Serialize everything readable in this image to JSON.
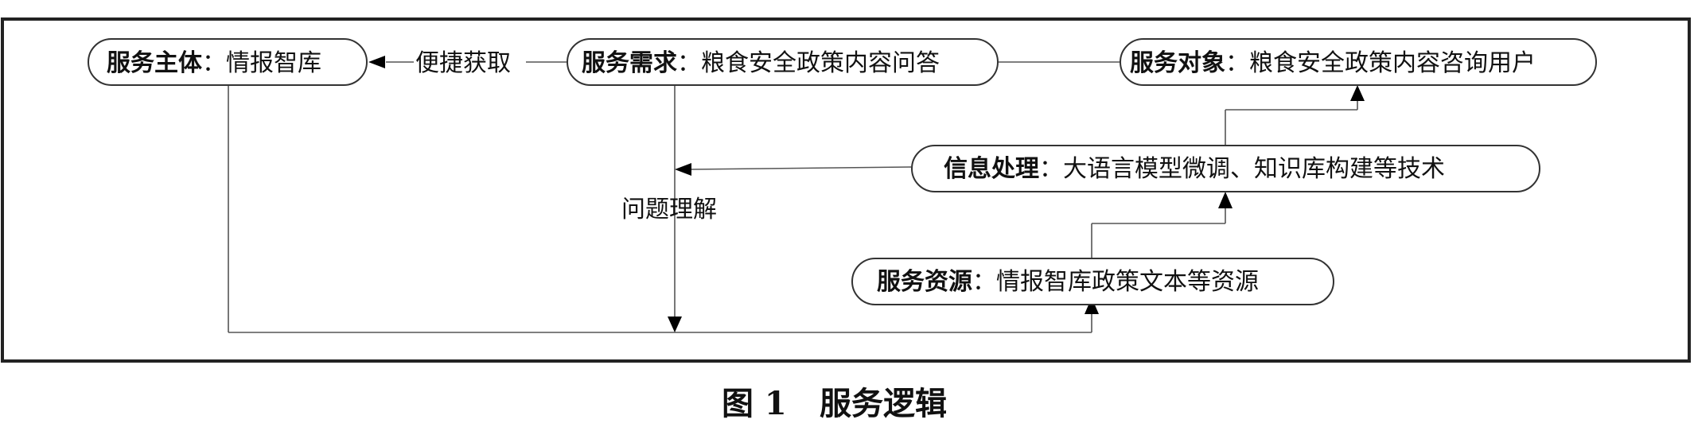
{
  "nodes": {
    "subject": {
      "title": "服务主体",
      "separator": "：",
      "content": "情报智库"
    },
    "demand": {
      "title": "服务需求",
      "separator": "：",
      "content": "粮食安全政策内容问答"
    },
    "target": {
      "title": "服务对象",
      "separator": "：",
      "content": "粮食安全政策内容咨询用户"
    },
    "processing": {
      "title": "信息处理",
      "separator": "：",
      "content": "大语言模型微调、知识库构建等技术"
    },
    "resource": {
      "title": "服务资源",
      "separator": "：",
      "content": "情报智库政策文本等资源"
    }
  },
  "edges": {
    "convenient_access": "便捷获取",
    "question_understanding": "问题理解"
  },
  "caption": {
    "number": "图 1",
    "title": "服务逻辑"
  }
}
